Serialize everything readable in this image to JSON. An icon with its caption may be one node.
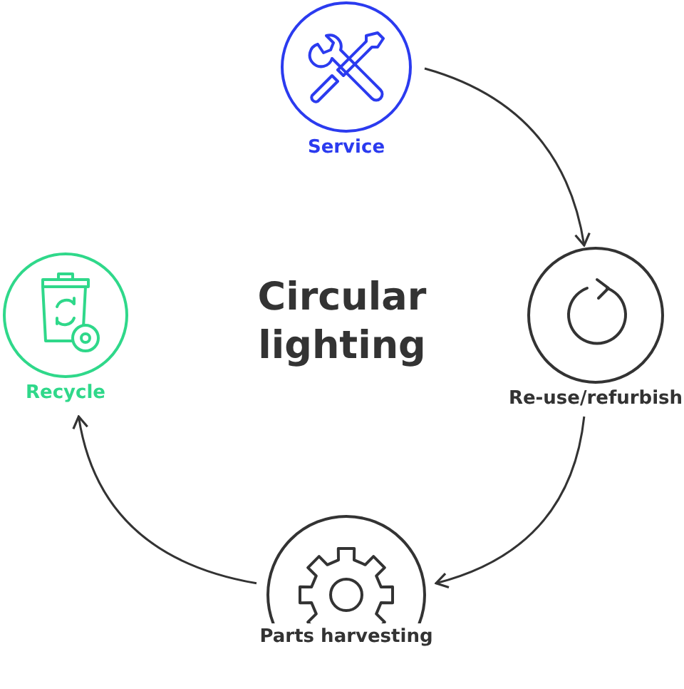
{
  "diagram": {
    "title": "Circular lighting",
    "nodes": [
      {
        "text": [
          "Service"
        ]
      },
      {
        "text": [
          "Re-use/refurbish"
        ]
      },
      {
        "text": [
          "Parts harvesting"
        ]
      },
      {
        "text": [
          "Recycle"
        ]
      }
    ],
    "edges": [
      {
        "from": 0,
        "to": 1,
        "arrow": "to"
      },
      {
        "from": 1,
        "to": 2,
        "arrow": "to"
      },
      {
        "from": 2,
        "to": 3,
        "arrow": "to"
      }
    ]
  }
}
